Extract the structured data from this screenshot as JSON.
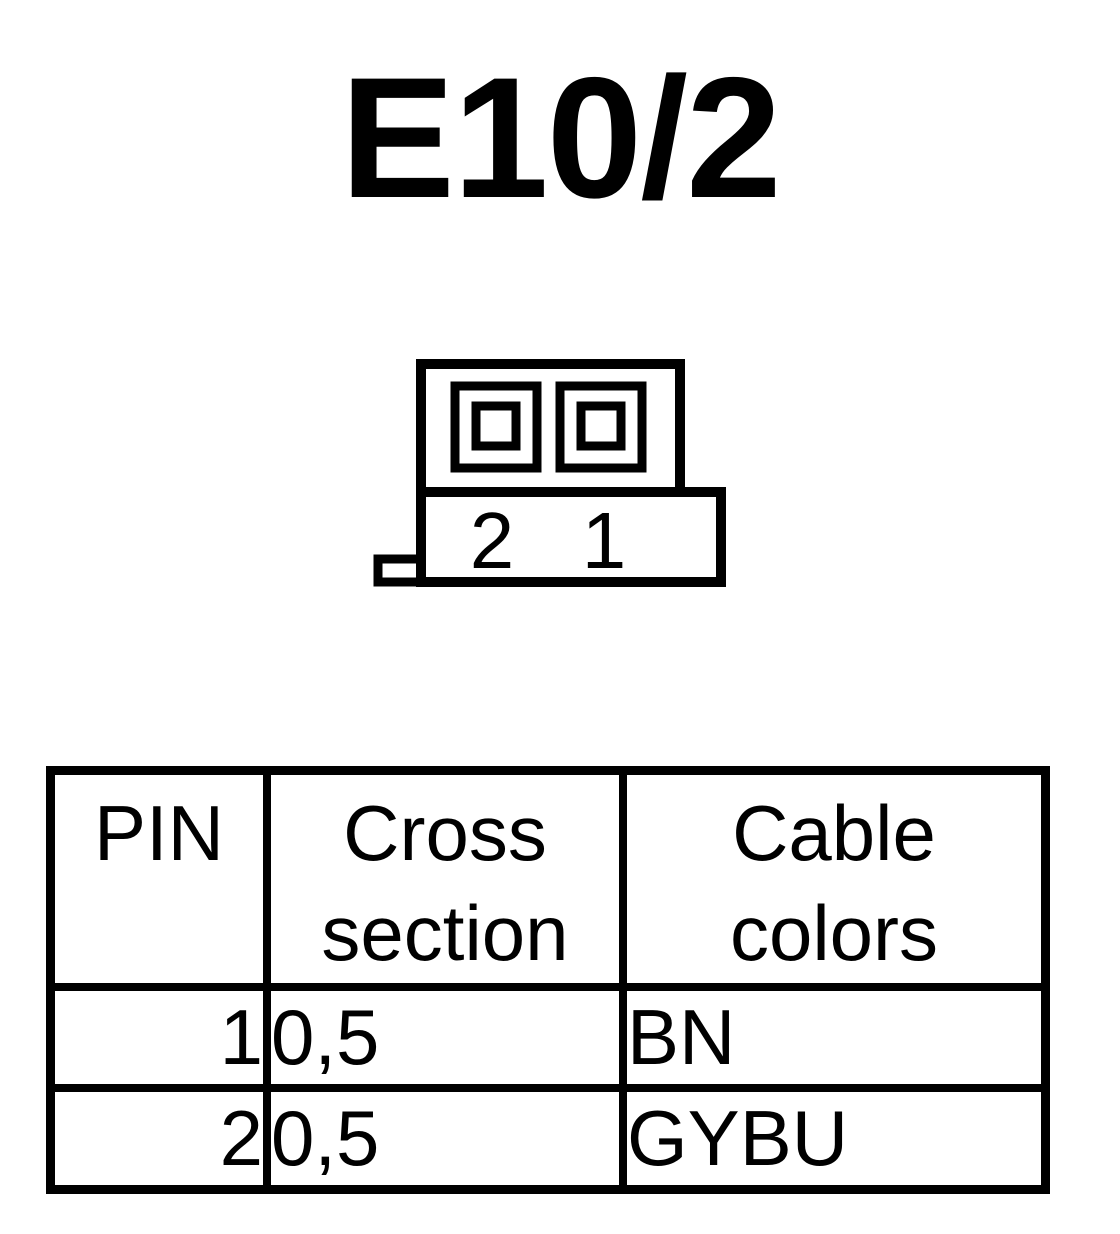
{
  "title": "E10/2",
  "connector": {
    "pin_labels": [
      "2",
      "1"
    ]
  },
  "table": {
    "headers": {
      "pin": "PIN",
      "cross_section": [
        "Cross",
        "section"
      ],
      "cable_colors": [
        "Cable",
        "colors"
      ]
    },
    "rows": [
      {
        "pin": "1",
        "cross_section": "0,5",
        "color": "BN"
      },
      {
        "pin": "2",
        "cross_section": "0,5",
        "color": "GYBU"
      }
    ]
  }
}
